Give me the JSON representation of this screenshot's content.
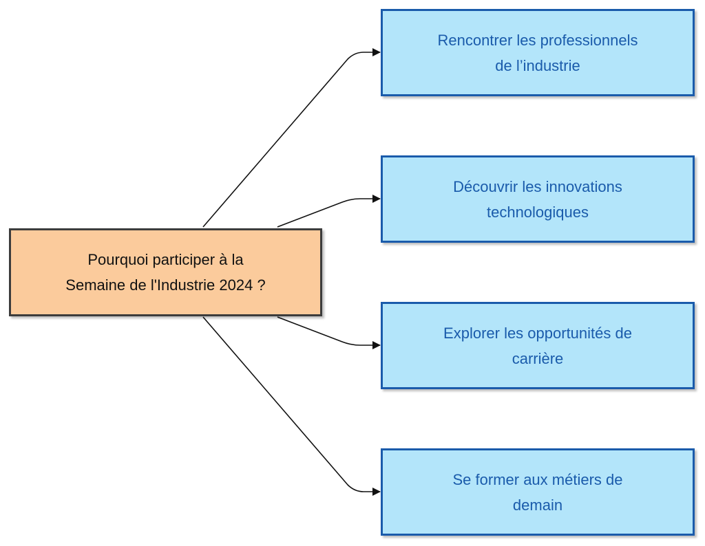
{
  "diagram": {
    "source": {
      "line1": "Pourquoi participer à la",
      "line2": "Semaine de l'Industrie 2024 ?"
    },
    "targets": [
      {
        "line1": "Rencontrer les professionnels",
        "line2": "de l’industrie"
      },
      {
        "line1": "Découvrir les innovations",
        "line2": "technologiques"
      },
      {
        "line1": "Explorer les opportunités de",
        "line2": "carrière"
      },
      {
        "line1": "Se former aux métiers de",
        "line2": "demain"
      }
    ],
    "colors": {
      "source_fill": "#fbcb9c",
      "source_border": "#3c3c3c",
      "target_fill": "#b3e5fa",
      "target_border": "#1a5bab",
      "target_text": "#1a5bab",
      "connector": "#111111"
    }
  }
}
